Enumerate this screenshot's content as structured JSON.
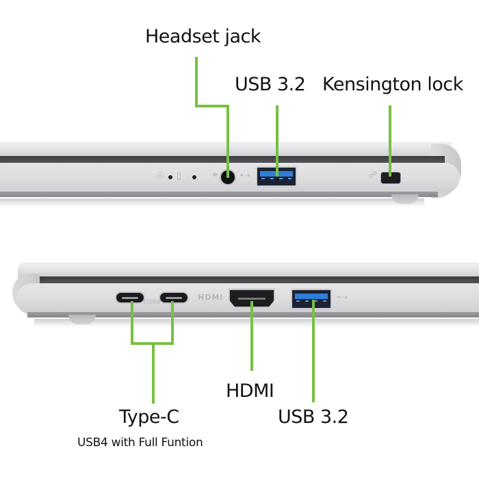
{
  "top_view": {
    "labels": {
      "headset_jack": "Headset jack",
      "usb": "USB 3.2",
      "kensington": "Kensington lock"
    },
    "port_glyphs": {
      "power_led": "power-led-icon",
      "battery_led": "battery-led-icon",
      "headset": "headset-icon",
      "usb": "usb-icon",
      "lock": "lock-icon"
    }
  },
  "bottom_view": {
    "labels": {
      "typec": "Type-C",
      "typec_sub": "USB4 with Full Funtion",
      "hdmi": "HDMI",
      "usb": "USB 3.2"
    },
    "port_glyphs": {
      "hdmi_text": "HDMI",
      "usb": "usb-icon",
      "usb4": "usb4-icon"
    }
  },
  "colors": {
    "callout_line": "#78c043",
    "usb_port_blue": "#2f7fd8",
    "chassis_silver": "#dcdcdf"
  }
}
